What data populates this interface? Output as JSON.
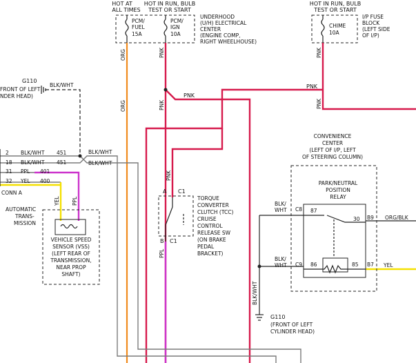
{
  "colors": {
    "pnk": "#d6194b",
    "org": "#f08a1c",
    "yel": "#f4e000",
    "ppl": "#cc33cc",
    "gray": "#7a7a7a",
    "ink": "#222222"
  },
  "fuse_box_left": {
    "header_left": [
      "HOT AT",
      "ALL TIMES"
    ],
    "header_right": [
      "HOT IN RUN, BULB",
      "TEST OR START"
    ],
    "fuse1": [
      "PCM/",
      "FUEL",
      "15A"
    ],
    "fuse2": [
      "PCM/",
      "IGN",
      "10A"
    ],
    "desc": [
      "UNDERHOOD",
      "(U/H) ELECTRICAL",
      "CENTER",
      "(ENGINE COMP,",
      "RIGHT WHEELHOUSE)"
    ]
  },
  "fuse_box_right": {
    "header": [
      "HOT IN RUN, BULB",
      "TEST OR START"
    ],
    "fuse": [
      "CHIME",
      "10A"
    ],
    "desc": [
      "I/P FUSE",
      "BLOCK",
      "(LEFT SIDE",
      "OF I/P)"
    ]
  },
  "wire_labels": {
    "org_v1": "ORG",
    "org_v2": "ORG",
    "pnk_v1": "PNK",
    "pnk_v2": "PNK",
    "pnk_h": "PNK",
    "pnk_rh": "PNK",
    "pnk_rv1": "PNK",
    "pnk_rv2": "PNK",
    "pnk_sw": "PNK",
    "ppl_sw": "PPL",
    "blkwht_g110": "BLK/WHT",
    "blkwht_r1": "BLK/WHT",
    "blkwht_r2": "BLK/WHT",
    "blkwht_vert": "BLK/WHT",
    "blk_c8": [
      "BLK/",
      "WHT"
    ],
    "blk_c9": [
      "BLK/",
      "WHT"
    ],
    "yel_v": "YEL",
    "ppl_v": "PPL",
    "orgblk": "ORG/BLK",
    "yel_r": "YEL"
  },
  "ground_left": {
    "id": "G110",
    "desc": [
      "FRONT OF LEFT",
      "NDER HEAD)"
    ]
  },
  "ground_bottom": {
    "id": "G110",
    "desc": [
      "(FRONT OF LEFT",
      "CYLINDER HEAD)"
    ]
  },
  "connector_rows": [
    {
      "pin": "2",
      "color": "BLK/WHT",
      "circuit": "451"
    },
    {
      "pin": "18",
      "color": "BLK/WHT",
      "circuit": "451"
    },
    {
      "pin": "31",
      "color": "PPL",
      "circuit": "401"
    },
    {
      "pin": "32",
      "color": "YEL",
      "circuit": "400"
    }
  ],
  "connector_name": "CONN A",
  "vss": {
    "label_left": [
      "AUTOMATIC",
      "TRANS-",
      "MISSION"
    ],
    "desc": [
      "VEHICLE SPEED",
      "SENSOR (VSS)",
      "(LEFT REAR OF",
      "TRANSMISSION,",
      "NEAR PROP",
      "SHAFT)"
    ]
  },
  "tcc": {
    "pin_a": "A",
    "pin_c1_top": "C1",
    "pin_b": "B",
    "pin_c1_bot": "C1",
    "desc": [
      "TORQUE",
      "CONVERTER",
      "CLUTCH (TCC)",
      "CRUISE",
      "CONTROL",
      "RELEASE SW",
      "(ON BRAKE",
      "PEDAL",
      "BRACKET)"
    ]
  },
  "conv_center": [
    "CONVENIENCE",
    "CENTER",
    "(LEFT OF I/P, LEFT",
    "OF STEERING COLUMN)"
  ],
  "relay": {
    "title": [
      "PARK/NEUTRAL",
      "POSITION",
      "RELAY"
    ],
    "pin_87": "87",
    "pin_30": "30",
    "pin_86": "86",
    "pin_85": "85",
    "c8": "C8",
    "c9": "C9",
    "b9": "B9",
    "b7": "B7"
  }
}
